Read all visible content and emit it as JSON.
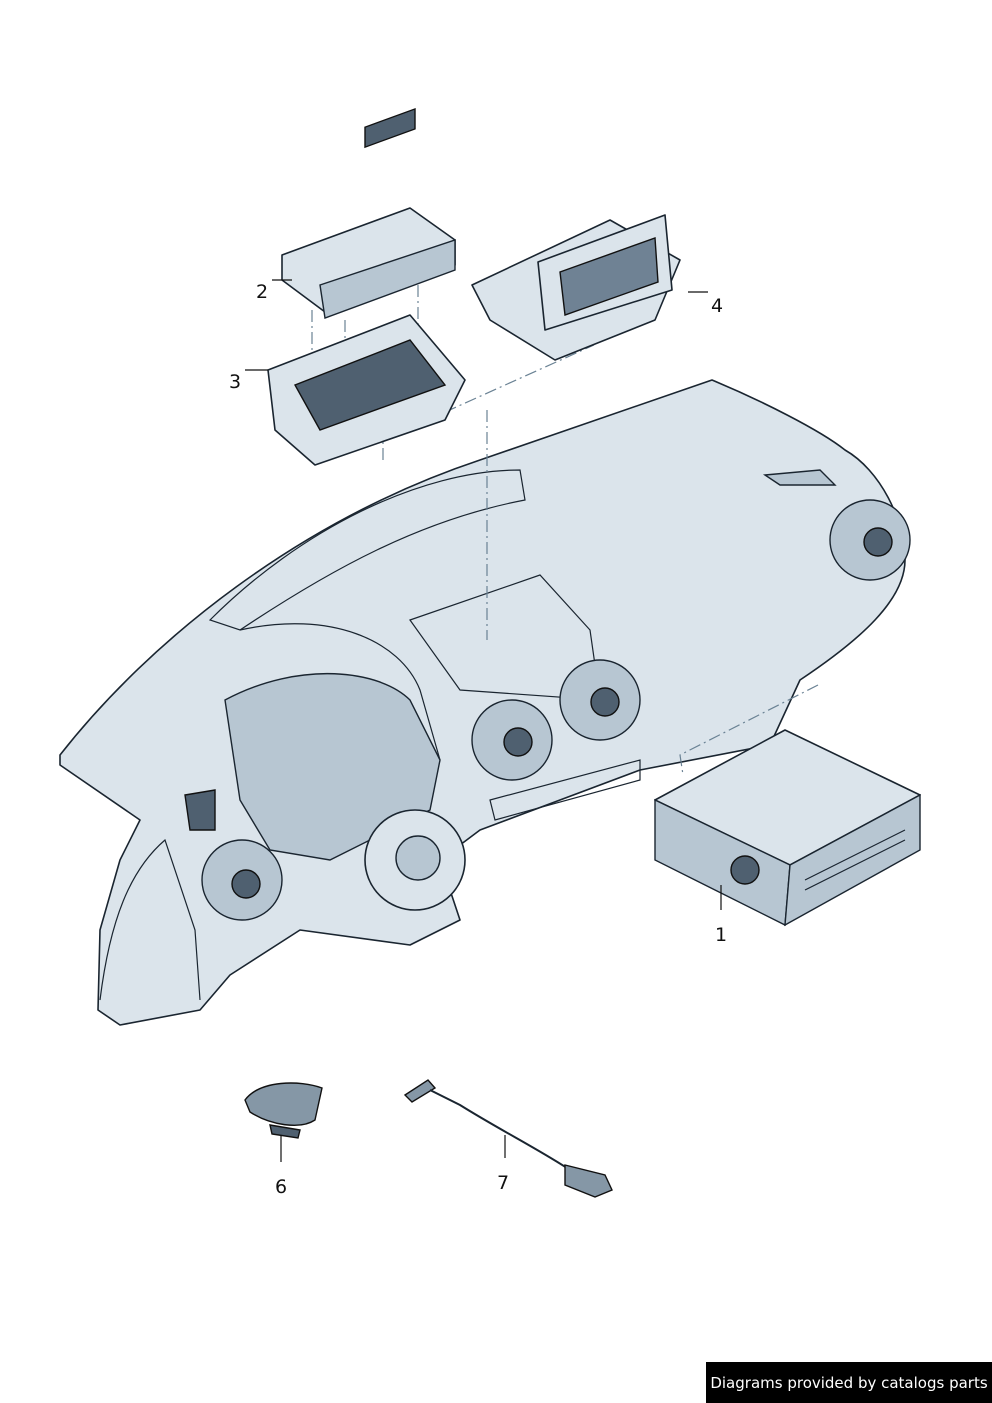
{
  "callouts": [
    {
      "number": "1",
      "part": "radio-unit"
    },
    {
      "number": "2",
      "part": "control-panel"
    },
    {
      "number": "3",
      "part": "mounting-frame"
    },
    {
      "number": "4",
      "part": "display-unit"
    },
    {
      "number": "6",
      "part": "roof-antenna"
    },
    {
      "number": "7",
      "part": "antenna-cable"
    }
  ],
  "footer": {
    "text": "Diagrams provided by catalogs parts"
  },
  "colors": {
    "fill": "#dbe4eb",
    "outline": "#1a2530",
    "dark": "#4f6070"
  }
}
